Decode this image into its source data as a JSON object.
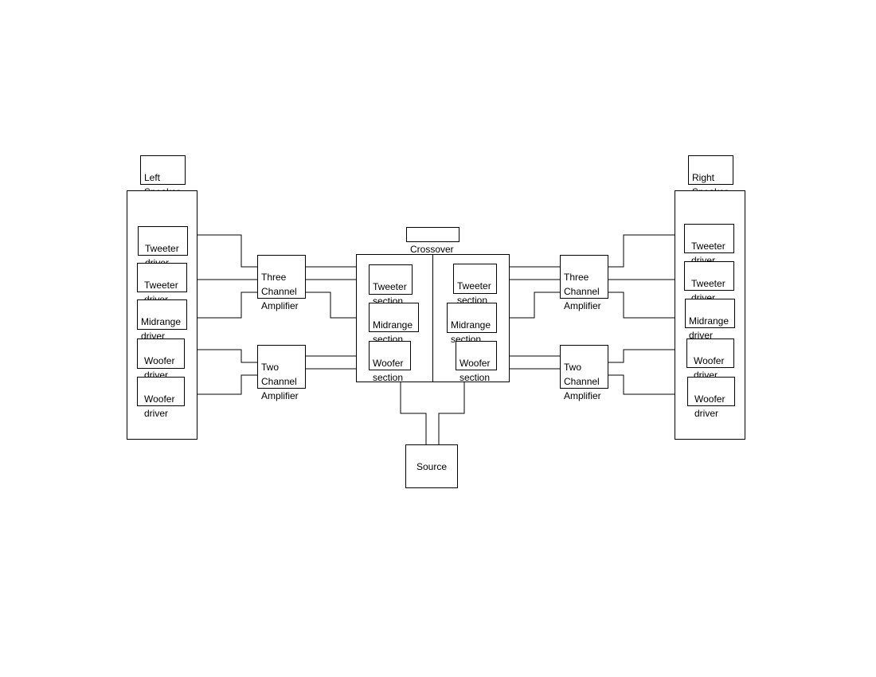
{
  "left_speaker": {
    "title": "Left\nSpeaker",
    "drivers": [
      "Tweeter\ndriver",
      "Tweeter\ndriver",
      "Midrange\ndriver",
      "Woofer\ndriver",
      "Woofer\ndriver"
    ]
  },
  "right_speaker": {
    "title": "Right\nSpeaker",
    "drivers": [
      "Tweeter\ndriver",
      "Tweeter\ndriver",
      "Midrange\ndriver",
      "Woofer\ndriver",
      "Woofer\ndriver"
    ]
  },
  "left_amps": {
    "three": "Three\nChannel\nAmplifier",
    "two": "Two\nChannel\nAmplifier"
  },
  "right_amps": {
    "three": "Three\nChannel\nAmplifier",
    "two": "Two\nChannel\nAmplifier"
  },
  "crossover": {
    "title": "Crossover",
    "left_sections": [
      "Tweeter\nsection",
      "Midrange\nsection",
      "Woofer\nsection"
    ],
    "right_sections": [
      "Tweeter\nsection",
      "Midrange\nsection",
      "Woofer\nsection"
    ]
  },
  "source": {
    "label": "Source"
  }
}
